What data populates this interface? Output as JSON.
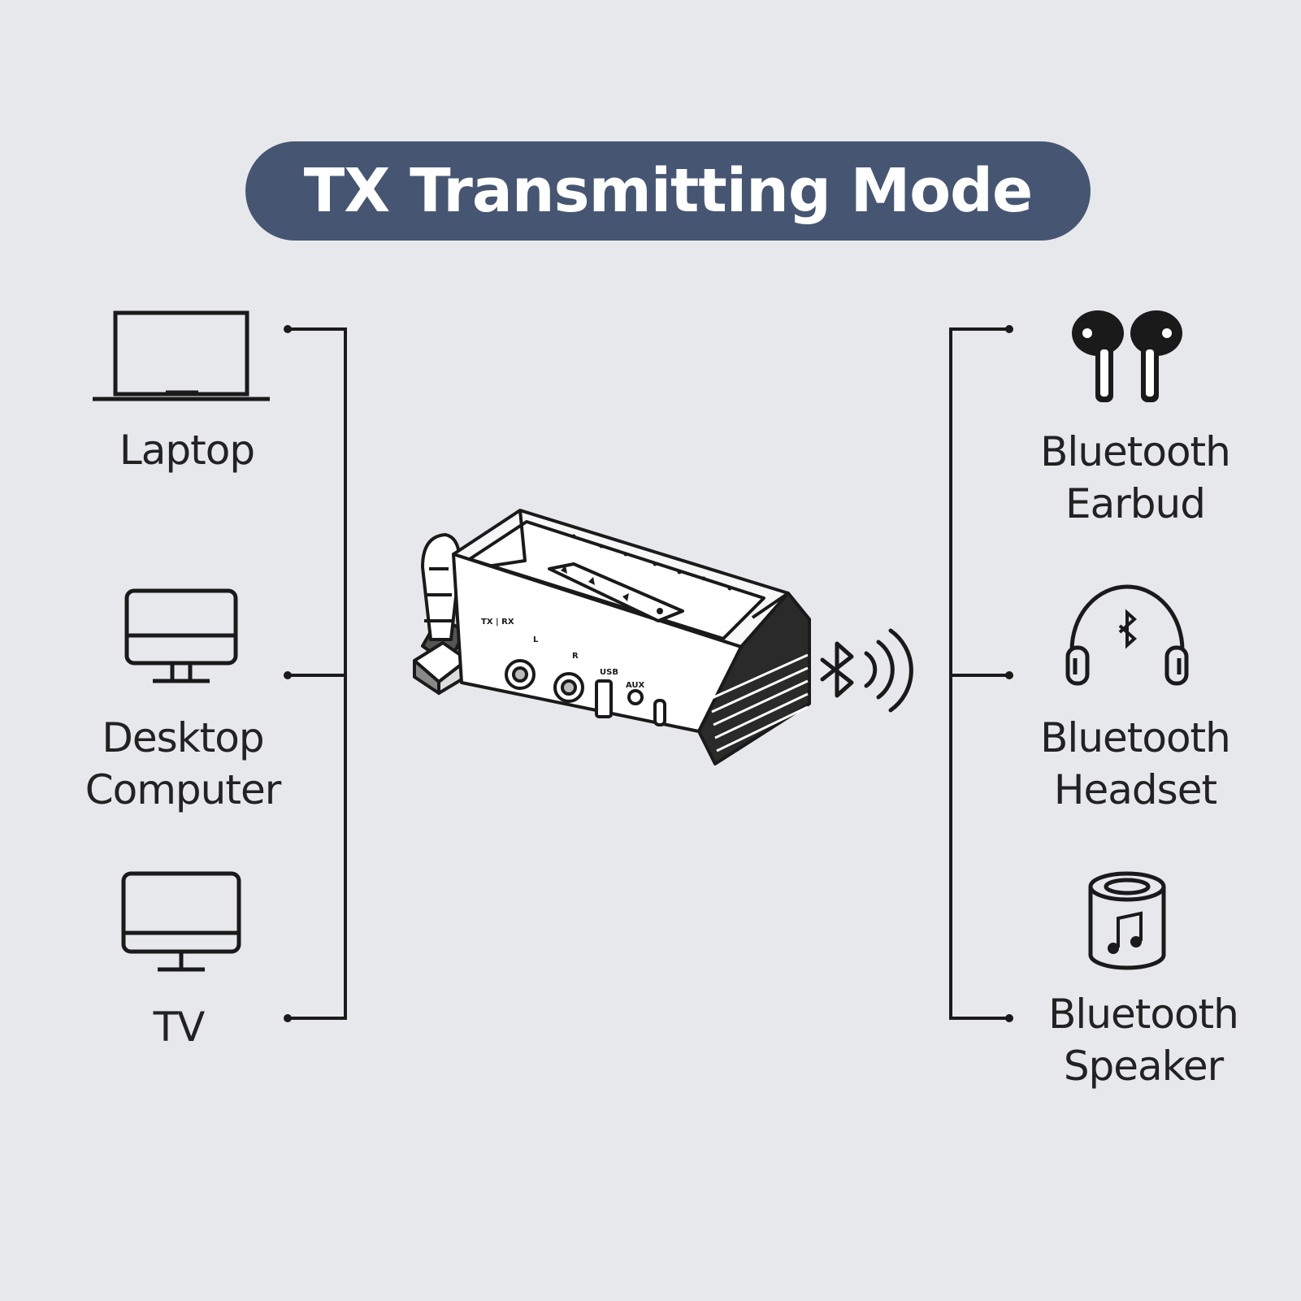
{
  "title": "TX Transmitting Mode",
  "sources": [
    {
      "lines": [
        "Laptop"
      ],
      "icon": "laptop-icon"
    },
    {
      "lines": [
        "Desktop",
        "Computer"
      ],
      "icon": "desktop-monitor-icon"
    },
    {
      "lines": [
        "TV"
      ],
      "icon": "tv-icon"
    }
  ],
  "outputs": [
    {
      "lines": [
        "Bluetooth",
        "Earbud"
      ],
      "icon": "earbuds-icon"
    },
    {
      "lines": [
        "Bluetooth",
        "Headset"
      ],
      "icon": "headset-icon"
    },
    {
      "lines": [
        "Bluetooth",
        "Speaker"
      ],
      "icon": "speaker-icon"
    }
  ],
  "device": {
    "port_labels": [
      "TX | RX",
      "L",
      "R",
      "USB",
      "AUX"
    ]
  },
  "colors": {
    "background": "#e7e8ec",
    "title_pill": "#465672",
    "title_text": "#ffffff",
    "line_art": "#1a1a1a"
  }
}
